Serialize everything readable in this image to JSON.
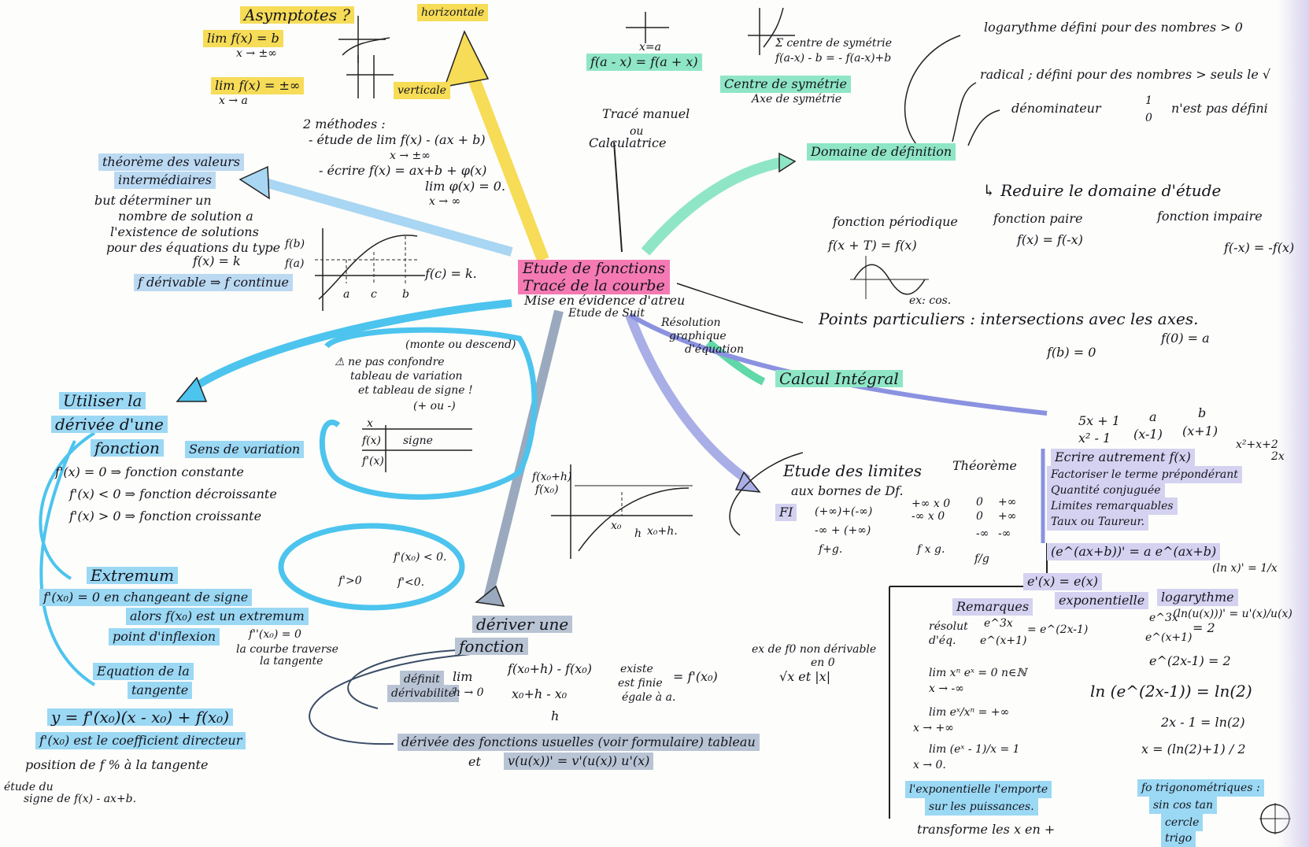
{
  "center": {
    "title": "Etude de fonctions",
    "subtitle": "Tracé de la courbe",
    "line1": "Mise en évidence d'atreu",
    "line2": "Etude de Suit"
  },
  "asymptotes": {
    "title": "Asymptotes ?",
    "horizontal_label": "horizontale",
    "vertical_label": "verticale",
    "lim1": "lim f(x) = b",
    "lim1_sub": "x → ±∞",
    "lim2": "lim f(x) = ±∞",
    "lim2_sub": "x → a",
    "methods_title": "2 méthodes :",
    "method1": "- étude de lim f(x) - (ax + b)",
    "method1_sub": "x → ±∞",
    "method2": "- écrire f(x) = ax+b + φ(x)",
    "method2_b": "lim φ(x) = 0.",
    "method2_sub": "x → ∞"
  },
  "tvi": {
    "title1": "théorème des valeurs",
    "title2": "intermédiaires",
    "body1": "but déterminer un",
    "body2": "nombre de solution a",
    "body3": "l'existence de solutions",
    "body4": "pour des équations du type",
    "body5": "f(x) = k",
    "body6": "f dérivable ⇒ f continue",
    "fb": "f(b)",
    "fa": "f(a)",
    "fc": "f(c) = k.",
    "axis_a": "a",
    "axis_c": "c",
    "axis_b": "b"
  },
  "symmetry": {
    "eq1": "f(a - x) = f(a + x)",
    "xa": "x=a",
    "centre1": "Σ centre de symétrie",
    "centre2": "f(a-x) - b = - f(a-x)+b",
    "label1": "Centre de symétrie",
    "label2": "Axe de symétrie"
  },
  "trace": {
    "l1": "Tracé manuel",
    "l2": "ou",
    "l3": "Calculatrice"
  },
  "domaine": {
    "title": "Domaine de définition",
    "log": "logarythme défini pour des nombres > 0",
    "rad": "radical ; défini pour des nombres > seuls le √",
    "denom": "dénominateur",
    "frac_num": "1",
    "frac_den": "0",
    "denom_tail": "n'est pas défini",
    "reduire": "↳ Reduire le domaine d'étude",
    "periodique": "fonction périodique",
    "periodique_eq": "f(x + T) = f(x)",
    "excos": "ex: cos.",
    "paire": "fonction paire",
    "paire_eq": "f(x) = f(-x)",
    "impaire": "fonction impaire",
    "impaire_eq": "f(-x) = -f(x)"
  },
  "points": {
    "title": "Points particuliers : intersections avec les axes.",
    "eq1": "f(b) = 0",
    "eq2": "f(0) = a",
    "a": "a",
    "b": "b"
  },
  "integral": {
    "resolution1": "Résolution",
    "resolution2": "graphique",
    "resolution3": "d'équation",
    "calcul": "Calcul Intégral"
  },
  "derivee": {
    "title1": "Utiliser la",
    "title2": "dérivée d'une",
    "title3": "fonction",
    "sens": "Sens de variation",
    "r1": "f'(x) = 0 ⇒ fonction constante",
    "r2": "f'(x) < 0   ⇒   fonction décroissante",
    "r3": "f'(x) > 0   ⇒   fonction croissante",
    "warn1": "(monte ou descend)",
    "warn2": "⚠ ne pas confondre",
    "warn3": "tableau de variation",
    "warn4": "et tableau de signe !",
    "warn5": "(+ ou -)",
    "table_x": "x",
    "table_fx": "f(x)",
    "table_fpx": "f'(x)",
    "table_signe": "signe",
    "extremum": "Extremum",
    "ext1": "f'(x₀) = 0 en changeant de signe",
    "ext2": "alors f(x₀) est un extremum",
    "inflexion": "point d'inflexion",
    "inflexion_eq": "f''(x₀) = 0",
    "inflexion_note1": "la courbe traverse",
    "inflexion_note2": "la tangente",
    "fp_neg": "f'(x₀) < 0.",
    "fp_pos": "f'>0",
    "fp_neg2": "f'<0.",
    "tangente1": "Equation de la",
    "tangente2": "tangente",
    "tan_eq": "y = f'(x₀)(x - x₀) + f(x₀)",
    "tan_coef": "f'(x₀) est le coefficient directeur",
    "pos1": "position de f % à la tangente",
    "pos2": "étude du",
    "pos3": "signe de f(x) - ax+b."
  },
  "deriver": {
    "title1": "dériver une",
    "title2": "fonction",
    "def1": "définit",
    "def2": "dérivabilité",
    "lim": "lim",
    "lim_sub": "h → 0",
    "num": "f(x₀+h) - f(x₀)",
    "den": "x₀+h - x₀",
    "den2": "h",
    "exists1": "existe",
    "exists2": "est finie",
    "exists3": "égale à a.",
    "result": "= f'(x₀)",
    "nonderiv1": "ex de f0 non dérivable",
    "nonderiv2": "en 0",
    "nonderiv3": "√x   et |x|",
    "usuelles": "dérivée des fonctions usuelles (voir formulaire) tableau",
    "chain_et": "et",
    "chain": "v(u(x))' = v'(u(x)) u'(x)",
    "graph_y": "f(x₀+h)",
    "graph_y2": "f(x₀)",
    "graph_x": "x₀",
    "graph_h": "h",
    "graph_xh": "x₀+h."
  },
  "limites": {
    "title1": "Etude des limites",
    "title2": "aux bornes de Df.",
    "theoreme": "Théorème",
    "fi": "FI",
    "fi1": "(+∞)+(-∞)",
    "fi2": "-∞ + (+∞)",
    "fi3": "f+g.",
    "prod1": "+∞ x 0",
    "prod2": "-∞ x 0",
    "prod3": "f x g.",
    "q1": "0",
    "q2": "0",
    "q3": "+∞",
    "q4": "+∞",
    "q5": "-∞",
    "q6": "-∞",
    "q7": "f/g",
    "frac1": "5x + 1",
    "frac1_den": "x² - 1",
    "frac2": "a",
    "frac2_den": "(x-1)",
    "frac3": "b",
    "frac3_den": "(x+1)",
    "m1": "Ecrire autrement f(x)",
    "m2": "Factoriser le terme prépondérant",
    "m3": "Quantité conjuguée",
    "m4": "Limites remarquables",
    "m5": "Taux ou Taureur.",
    "extra": "x²+x+2",
    "extra2": "2x"
  },
  "expo": {
    "e1": "(e^(ax+b))' = a e^(ax+b)",
    "e2": "e'(x) = e(x)",
    "expo_label": "exponentielle",
    "log_label": "logarythme",
    "ln1": "(ln x)' = 1/x",
    "ln2": "(ln(u(x)))' = u'(x)/u(x)",
    "remarques": "Remarques",
    "resolut1": "résolut",
    "resolut2": "d'éq.",
    "rfrac_num": "e^3x",
    "rfrac_den": "e^(x+1)",
    "rfrac_tail": "= e^(2x-1)",
    "r2_num": "e^3x",
    "r2_den": "e^(x+1)",
    "r2_tail": "= 2",
    "r3": "e^(2x-1) = 2",
    "r4": "ln (e^(2x-1)) = ln(2)",
    "r5": "2x - 1 = ln(2)",
    "r6": "x = (ln(2)+1) / 2",
    "lim1": "lim xⁿ eˣ = 0  n∈ℕ",
    "lim1_sub": "x → -∞",
    "lim2": "lim eˣ/xⁿ = +∞",
    "lim2_sub": "x → +∞",
    "lim3": "lim (eˣ - 1)/x = 1",
    "lim3_sub": "x → 0.",
    "emporte1": "l'exponentielle l'emporte",
    "emporte2": "sur les puissances.",
    "transforme": "transforme les x en +",
    "trigo1": "fo trigonométriques :",
    "trigo2": "sin cos tan",
    "trigo3": "cercle",
    "trigo4": "trigo"
  }
}
